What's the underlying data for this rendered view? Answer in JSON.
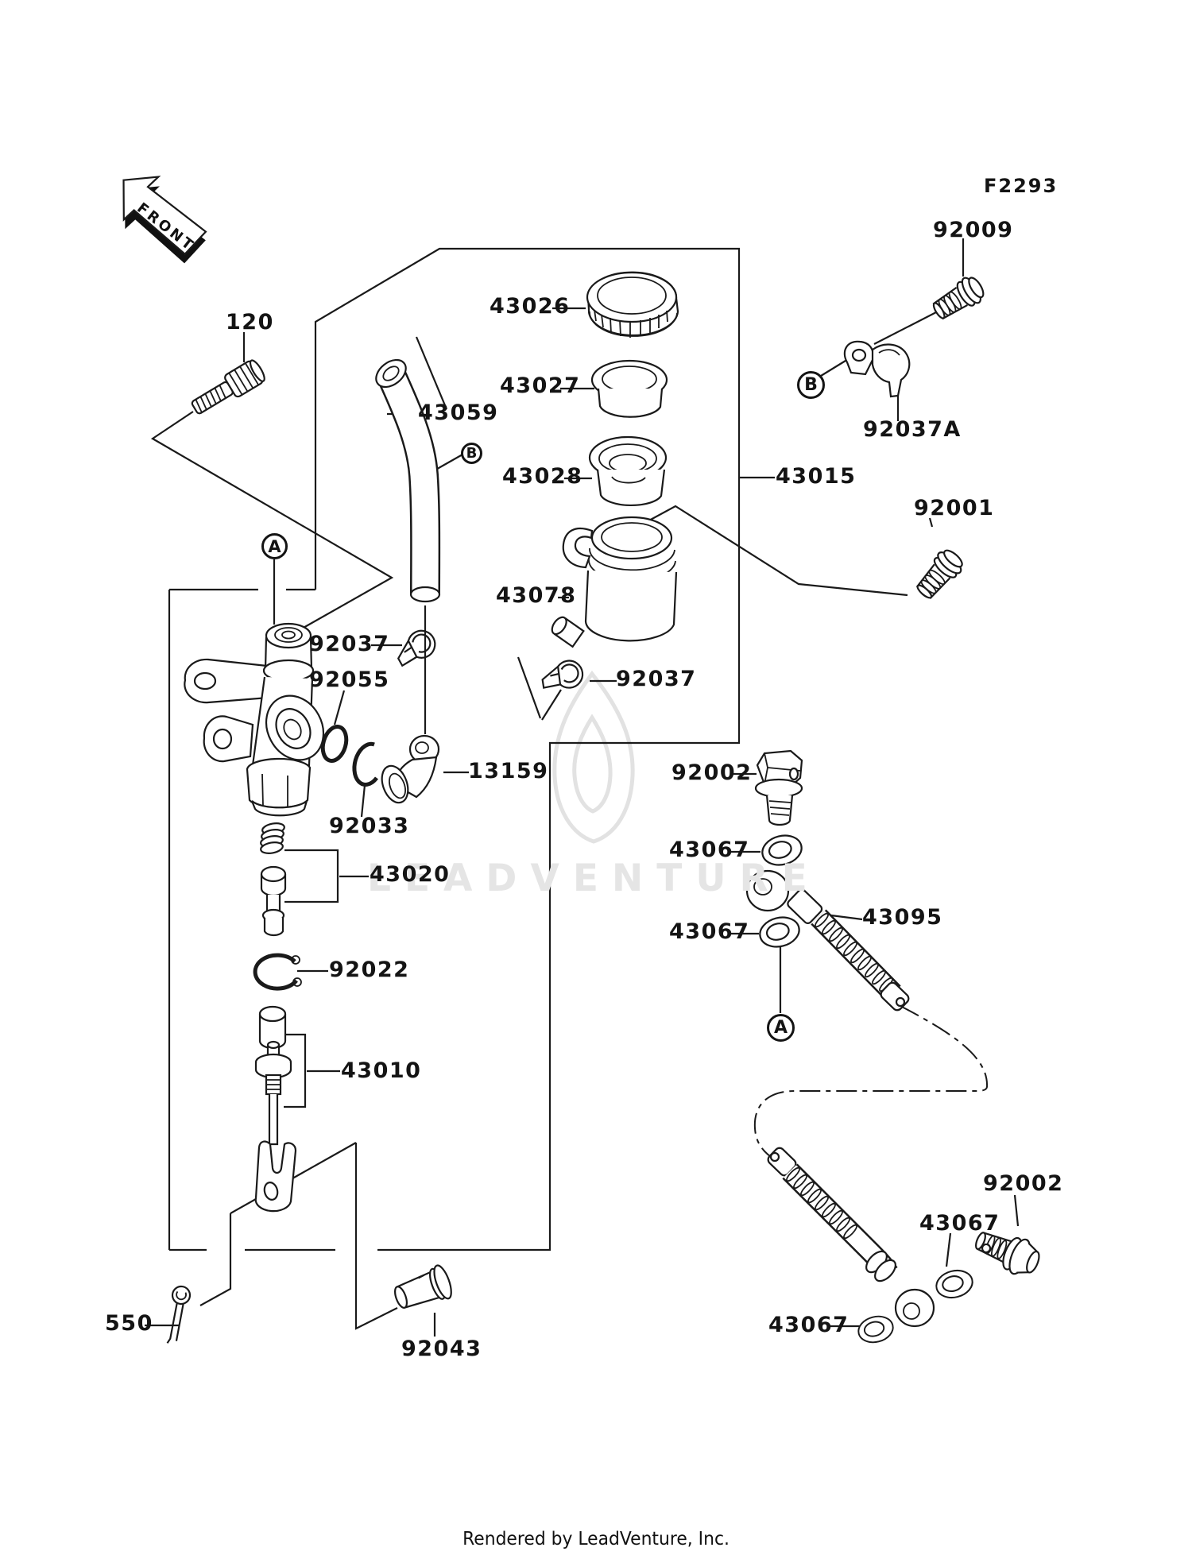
{
  "page": {
    "figure_code": "F2293",
    "front_label": "FRONT",
    "watermark": "LEADVENTURE",
    "footer": "Rendered by LeadVenture, Inc.",
    "background": "#ffffff",
    "line_color": "#1a1a1a",
    "watermark_color": "#e5e5e5"
  },
  "callouts": {
    "a": "A",
    "b": "B"
  },
  "labels": [
    {
      "id": "120",
      "text": "120"
    },
    {
      "id": "43026",
      "text": "43026"
    },
    {
      "id": "43027",
      "text": "43027"
    },
    {
      "id": "43059",
      "text": "43059"
    },
    {
      "id": "43028",
      "text": "43028"
    },
    {
      "id": "43015",
      "text": "43015"
    },
    {
      "id": "92009",
      "text": "92009"
    },
    {
      "id": "92037A",
      "text": "92037A"
    },
    {
      "id": "92001",
      "text": "92001"
    },
    {
      "id": "43078",
      "text": "43078"
    },
    {
      "id": "92037-left",
      "text": "92037"
    },
    {
      "id": "92055",
      "text": "92055"
    },
    {
      "id": "92037-right",
      "text": "92037"
    },
    {
      "id": "13159",
      "text": "13159"
    },
    {
      "id": "92033",
      "text": "92033"
    },
    {
      "id": "43020",
      "text": "43020"
    },
    {
      "id": "92022",
      "text": "92022"
    },
    {
      "id": "43010",
      "text": "43010"
    },
    {
      "id": "92002-upper",
      "text": "92002"
    },
    {
      "id": "43067-a",
      "text": "43067"
    },
    {
      "id": "43095",
      "text": "43095"
    },
    {
      "id": "43067-b",
      "text": "43067"
    },
    {
      "id": "92002-lower",
      "text": "92002"
    },
    {
      "id": "43067-c",
      "text": "43067"
    },
    {
      "id": "43067-d",
      "text": "43067"
    },
    {
      "id": "550",
      "text": "550"
    },
    {
      "id": "92043",
      "text": "92043"
    }
  ]
}
